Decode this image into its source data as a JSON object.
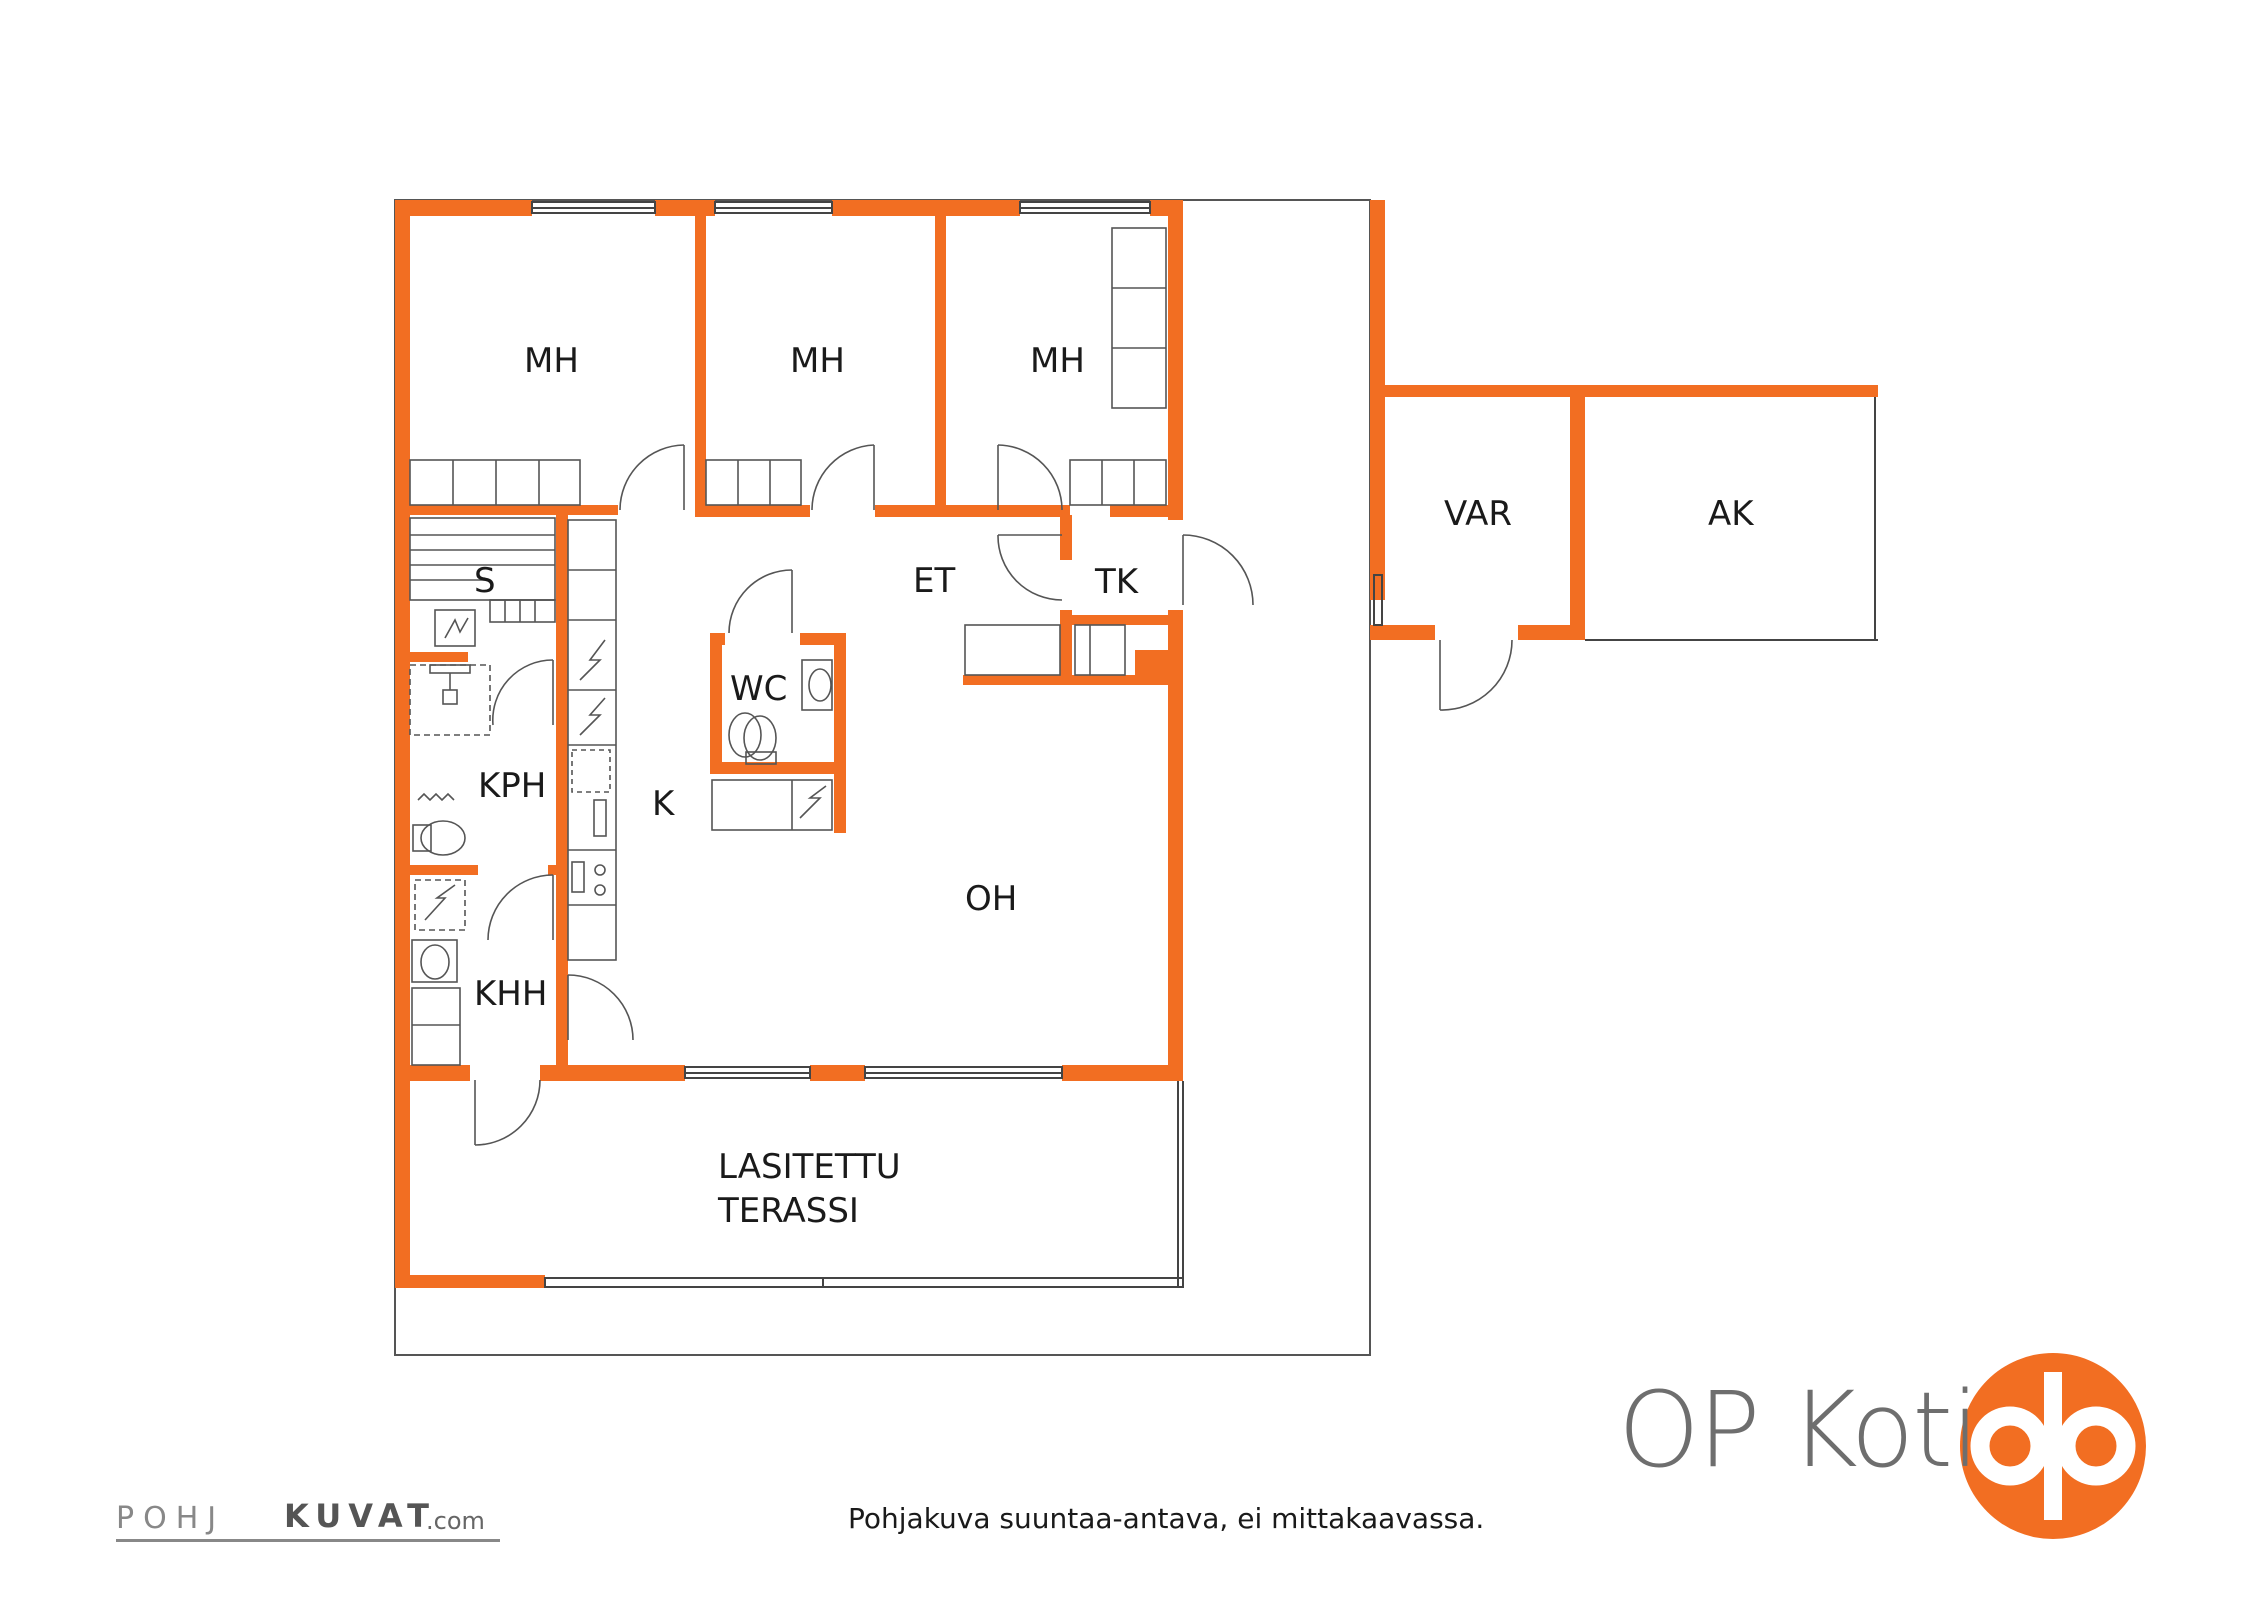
{
  "colors": {
    "wall": "#f26e22",
    "line": "#333333",
    "text": "#1a1a1a",
    "brand_grey": "#6e6e6e"
  },
  "rooms": {
    "mh1": "MH",
    "mh2": "MH",
    "mh3": "MH",
    "s": "S",
    "et": "ET",
    "tk": "TK",
    "wc": "WC",
    "kph": "KPH",
    "k": "K",
    "oh": "OH",
    "khh": "KHH",
    "var": "VAR",
    "ak": "AK",
    "terrace_line1": "LASITETTU",
    "terrace_line2": "TERASSI"
  },
  "brand": {
    "name": "OP Koti",
    "logo_icon": "op-logo-icon"
  },
  "footer": {
    "disclaimer": "Pohjakuva suuntaa-antava, ei mittakaavassa.",
    "watermark_part1": "POHJ",
    "watermark_part2": "KUVAT",
    "watermark_part3": ".com"
  }
}
